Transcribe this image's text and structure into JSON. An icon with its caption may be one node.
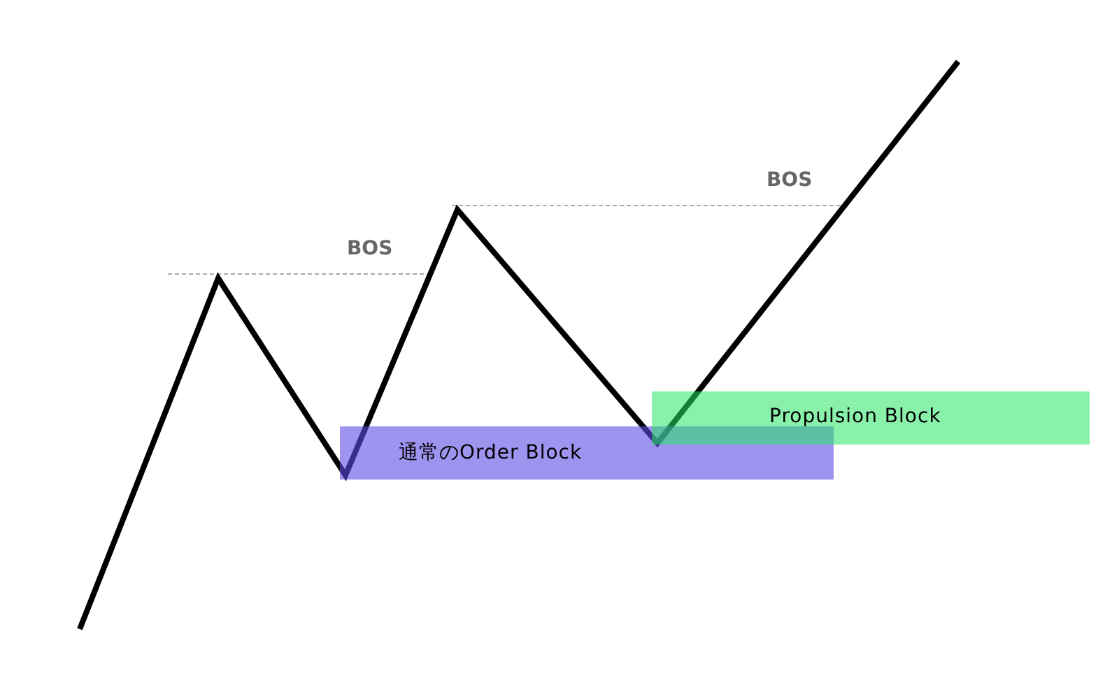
{
  "diagram": {
    "nodes": [
      {
        "text": [
          "通常のOrder Block"
        ]
      },
      {
        "text": [
          "Propulsion Block"
        ]
      }
    ],
    "edges": [],
    "labels": [
      "BOS",
      "BOS"
    ]
  }
}
